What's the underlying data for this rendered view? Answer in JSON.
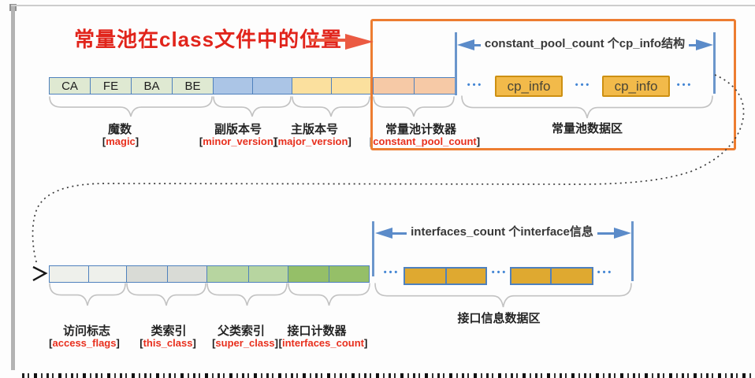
{
  "title": "常量池在class文件中的位置",
  "top_section": {
    "span_label": "constant_pool_count 个cp_info结构",
    "data_area_label": "常量池数据区",
    "cp_info_label": "cp_info",
    "ellipsis": "•••",
    "fields": [
      {
        "label": "魔数",
        "id": "magic",
        "bytes": [
          "CA",
          "FE",
          "BA",
          "BE"
        ]
      },
      {
        "label": "副版本号",
        "id": "minor_version"
      },
      {
        "label": "主版本号",
        "id": "major_version"
      },
      {
        "label": "常量池计数器",
        "id": "constant_pool_count"
      }
    ]
  },
  "bottom_section": {
    "span_label": "interfaces_count 个interface信息",
    "data_area_label": "接口信息数据区",
    "ellipsis": "•••",
    "fields": [
      {
        "label": "访问标志",
        "id": "access_flags"
      },
      {
        "label": "类索引",
        "id": "this_class"
      },
      {
        "label": "父类索引",
        "id": "super_class"
      },
      {
        "label": "接口计数器",
        "id": "interfaces_count"
      }
    ]
  },
  "colors": {
    "highlight_box": "#ed7d31",
    "cell_border": "#4f81bd",
    "magic_cell": "#dfe9d2",
    "minor_version_cell": "#abc5e6",
    "major_version_cell": "#fbe09e",
    "constant_pool_count_cell": "#f6c9a6",
    "access_flags_cell": "#eef0eb",
    "this_class_cell": "#d9dbd6",
    "super_class_cell": "#b7d5a0",
    "interfaces_count_cell": "#95bf68",
    "interface_info_cell": "#dfa930",
    "cp_info_fill": "#f2ba4a",
    "cp_info_border": "#cd9012",
    "measure_arrow_blue": "#5b8bc9",
    "ellipsis_blue": "#4285d4",
    "label_red": "#e8301e",
    "title_red": "#e1241b",
    "pointer_arrow_red": "#eb5a42"
  }
}
